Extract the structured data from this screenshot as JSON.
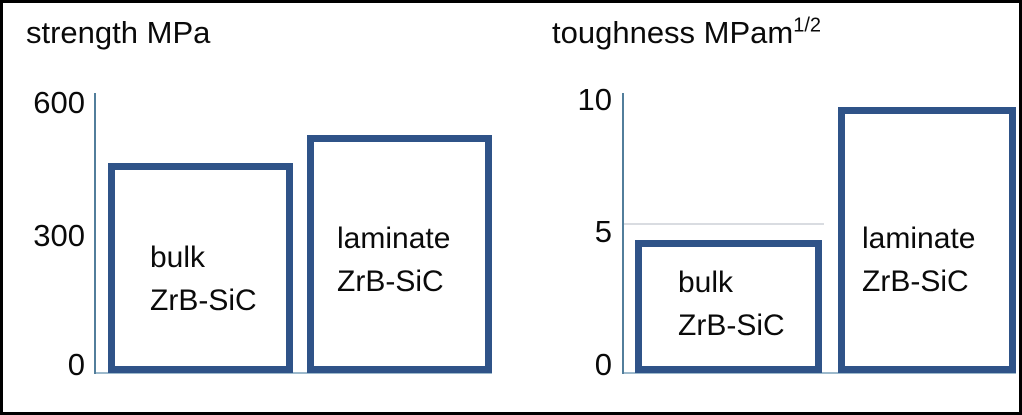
{
  "figure": {
    "background": "#ffffff",
    "frame_border_color": "#000000"
  },
  "colors": {
    "bar_border": "#2F5388",
    "bar_fill": "#ffffff",
    "axis_line": "#527E9B",
    "baseline": "#9CB9CC",
    "gridline": "#D9DCE1",
    "text": "#0a0a0a"
  },
  "charts": [
    {
      "title": "strength MPa",
      "title_sup": "",
      "y_ticks": [
        "600",
        "300",
        "0"
      ],
      "bars": [
        {
          "line1": "bulk",
          "line2": "ZrB-SiC"
        },
        {
          "line1": "laminate",
          "line2": "ZrB-SiC"
        }
      ]
    },
    {
      "title": "toughness MPam",
      "title_sup": "1/2",
      "y_ticks": [
        "10",
        "5",
        "0"
      ],
      "bars": [
        {
          "line1": "bulk",
          "line2": "ZrB-SiC"
        },
        {
          "line1": "laminate",
          "line2": "ZrB-SiC"
        }
      ]
    }
  ],
  "chart_data": [
    {
      "type": "bar",
      "title": "strength MPa",
      "categories": [
        "bulk ZrB-SiC",
        "laminate ZrB-SiC"
      ],
      "values": [
        450,
        510
      ],
      "xlabel": "",
      "ylabel": "strength MPa",
      "ylim": [
        0,
        600
      ],
      "yticks": [
        0,
        300,
        600
      ],
      "grid": false,
      "legend_position": "none",
      "bar_style": "white fill with thick dark-blue outline, category labels inside bars"
    },
    {
      "type": "bar",
      "title": "toughness MPam^(1/2)",
      "categories": [
        "bulk ZrB-SiC",
        "laminate ZrB-SiC"
      ],
      "values": [
        4.75,
        9.5
      ],
      "xlabel": "",
      "ylabel": "toughness MPa·m^(1/2)",
      "ylim": [
        0,
        10
      ],
      "yticks": [
        0,
        5,
        10
      ],
      "grid": false,
      "legend_position": "none",
      "bar_style": "white fill with thick dark-blue outline, category labels inside bars"
    }
  ]
}
